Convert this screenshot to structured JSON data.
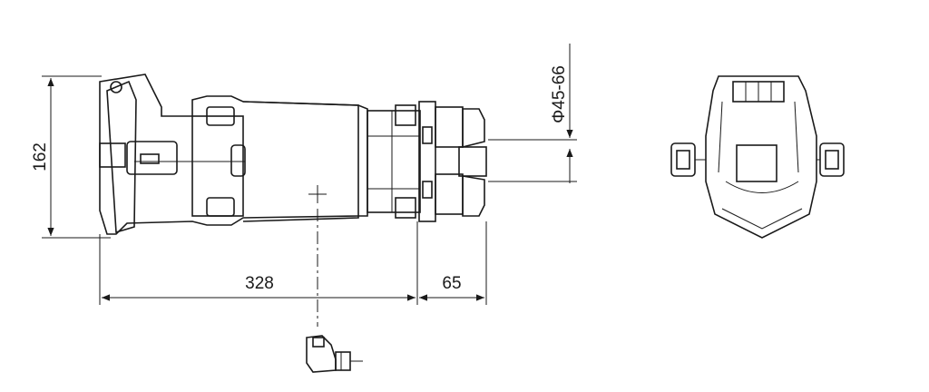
{
  "dimensions": {
    "overall_length": "328",
    "plug_extension": "65",
    "height": "162",
    "cable_diameter": "Φ45-66"
  }
}
